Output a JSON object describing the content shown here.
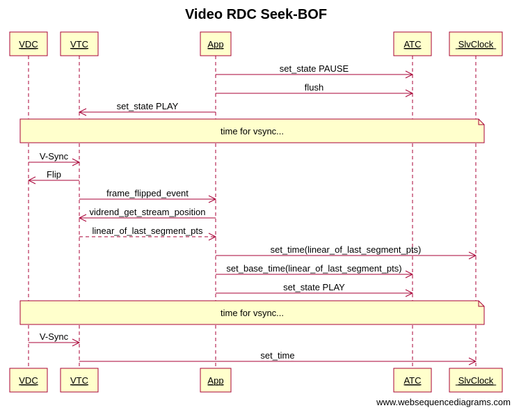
{
  "title": "Video RDC Seek-BOF",
  "watermark": "www.websequencediagrams.com",
  "colors": {
    "box_fill": "#ffffcc",
    "box_stroke": "#a80036",
    "line": "#a80036",
    "text": "#000000"
  },
  "participants": [
    "VDC",
    "VTC",
    "App",
    "ATC",
    "SlvClock"
  ],
  "events": [
    {
      "kind": "message",
      "from": "App",
      "to": "ATC",
      "label": "set_state PAUSE",
      "style": "solid"
    },
    {
      "kind": "message",
      "from": "App",
      "to": "ATC",
      "label": "flush",
      "style": "solid"
    },
    {
      "kind": "message",
      "from": "App",
      "to": "VTC",
      "label": "set_state PLAY",
      "style": "solid"
    },
    {
      "kind": "note",
      "label": "time for vsync..."
    },
    {
      "kind": "message",
      "from": "VDC",
      "to": "VTC",
      "label": "V-Sync",
      "style": "solid"
    },
    {
      "kind": "message",
      "from": "VTC",
      "to": "VDC",
      "label": "Flip",
      "style": "solid"
    },
    {
      "kind": "message",
      "from": "VTC",
      "to": "App",
      "label": "frame_flipped_event",
      "style": "solid"
    },
    {
      "kind": "message",
      "from": "App",
      "to": "VTC",
      "label": "vidrend_get_stream_position",
      "style": "solid"
    },
    {
      "kind": "message",
      "from": "VTC",
      "to": "App",
      "label": "linear_of_last_segment_pts",
      "style": "dashed"
    },
    {
      "kind": "message",
      "from": "App",
      "to": "SlvClock",
      "label": "set_time(linear_of_last_segment_pts)",
      "style": "solid"
    },
    {
      "kind": "message",
      "from": "App",
      "to": "ATC",
      "label": "set_base_time(linear_of_last_segment_pts)",
      "style": "solid"
    },
    {
      "kind": "message",
      "from": "App",
      "to": "ATC",
      "label": "set_state PLAY",
      "style": "solid"
    },
    {
      "kind": "note",
      "label": "time for vsync..."
    },
    {
      "kind": "message",
      "from": "VDC",
      "to": "VTC",
      "label": "V-Sync",
      "style": "solid"
    },
    {
      "kind": "message",
      "from": "VTC",
      "to": "SlvClock",
      "label": "set_time",
      "style": "solid"
    }
  ]
}
